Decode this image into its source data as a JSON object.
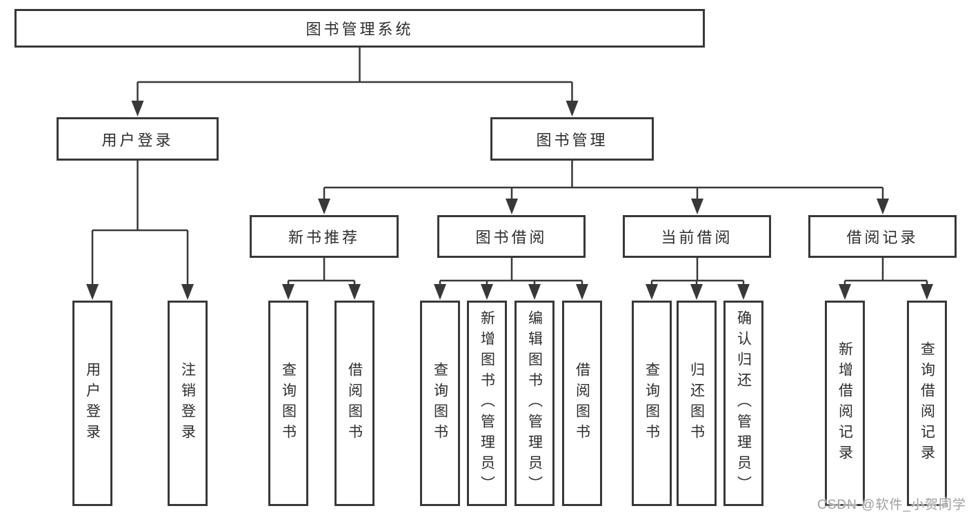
{
  "tree": {
    "root": "图书管理系统",
    "level2": [
      "用户登录",
      "图书管理"
    ],
    "level3": [
      "新书推荐",
      "图书借阅",
      "当前借阅",
      "借阅记录"
    ],
    "leaves": {
      "user_login": [
        "用户登录",
        "注销登录"
      ],
      "new_books": [
        "查询图书",
        "借阅图书"
      ],
      "book_borrow": [
        "查询图书",
        "新增图书（管理员）",
        "编辑图书（管理员）",
        "借阅图书"
      ],
      "current_borrow": [
        "查询图书",
        "归还图书",
        "确认归还（管理员）"
      ],
      "borrow_records": [
        "新增借阅记录",
        "查询借阅记录"
      ]
    }
  },
  "watermark": "CSDN @软件_小贺同学",
  "colors": {
    "line": "#383838",
    "box_border": "#383838",
    "text": "#2d2d2d",
    "watermark_text": "#9f9f9f",
    "background": "#ffffff"
  }
}
